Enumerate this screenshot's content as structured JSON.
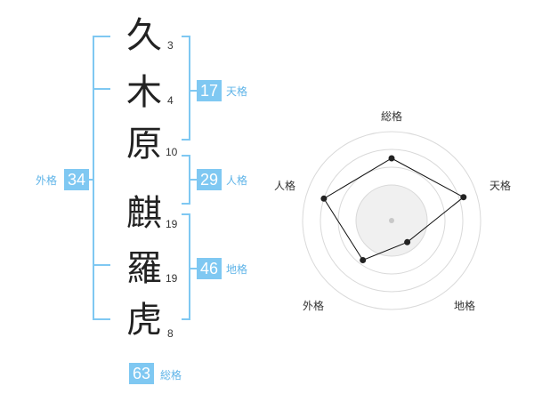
{
  "name_chars": [
    {
      "char": "久",
      "strokes": "3"
    },
    {
      "char": "木",
      "strokes": "4"
    },
    {
      "char": "原",
      "strokes": "10"
    },
    {
      "char": "麒",
      "strokes": "19"
    },
    {
      "char": "羅",
      "strokes": "19"
    },
    {
      "char": "虎",
      "strokes": "8"
    }
  ],
  "kaku": {
    "tenkaku": {
      "value": "17",
      "label": "天格"
    },
    "jinkaku": {
      "value": "29",
      "label": "人格"
    },
    "chikaku": {
      "value": "46",
      "label": "地格"
    },
    "gaikaku": {
      "value": "34",
      "label": "外格"
    },
    "soukaku": {
      "value": "63",
      "label": "総格"
    }
  },
  "radar": {
    "axes": [
      "総格",
      "天格",
      "地格",
      "外格",
      "人格"
    ],
    "values": [
      0.7,
      0.85,
      0.3,
      0.55,
      0.8
    ],
    "accent": "#7fc8f2"
  }
}
